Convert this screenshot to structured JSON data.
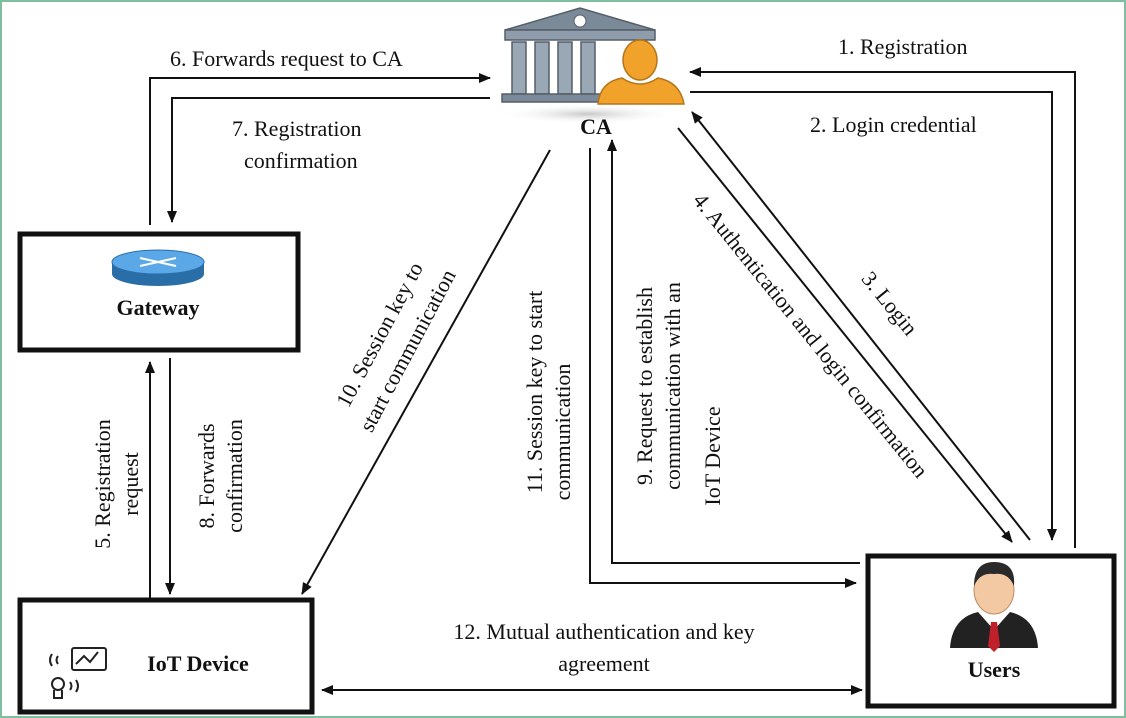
{
  "nodes": {
    "ca": "CA",
    "gateway": "Gateway",
    "iot_device": "IoT Device",
    "users": "Users"
  },
  "icons": {
    "ca": "bank-with-person-icon",
    "gateway": "router-icon",
    "iot_device": "iot-sensor-icon",
    "users": "businessman-icon"
  },
  "edges": {
    "e1": "1. Registration",
    "e2": "2. Login credential",
    "e3": "3. Login",
    "e4": "4. Authentication and login confirmation",
    "e5_l1": "5. Registration",
    "e5_l2": "request",
    "e6": "6. Forwards request to CA",
    "e7_l1": "7. Registration",
    "e7_l2": "confirmation",
    "e8_l1": "8. Forwards",
    "e8_l2": "confirmation",
    "e9_l1": "9. Request to establish",
    "e9_l2": "communication with an",
    "e9_l3": "IoT Device",
    "e10_l1": "10. Session key to",
    "e10_l2": "start communication",
    "e11_l1": "11. Session key to start",
    "e11_l2": "communication",
    "e12_l1": "12. Mutual authentication and key",
    "e12_l2": "agreement"
  },
  "colors": {
    "frame_border": "#7fbf9f",
    "building": "#7b8a99",
    "person": "#f0a22a",
    "router": "#3a86c8",
    "suit": "#222222",
    "tie": "#c0202a"
  }
}
